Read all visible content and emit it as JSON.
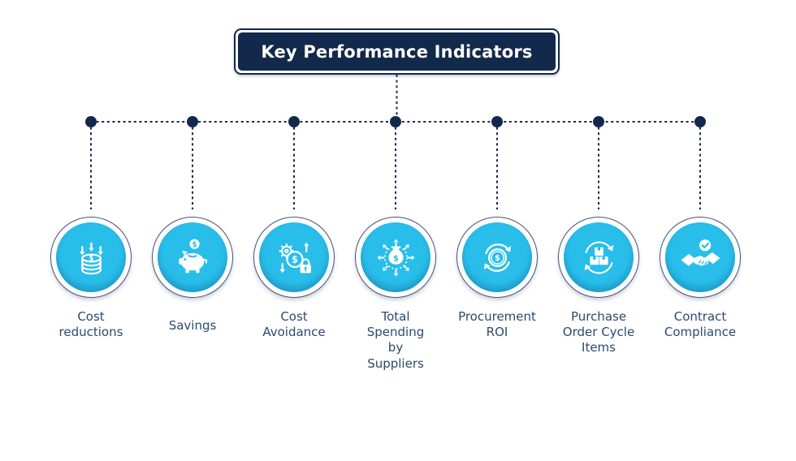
{
  "title": "Key Performance Indicators",
  "colors": {
    "navy": "#13294B",
    "cyan": "#29BEEA",
    "label_text": "#2B4A6F",
    "ring_border": "#44567E",
    "background": "#FFFFFF",
    "icon_stroke": "#FFFFFF"
  },
  "kpis": [
    {
      "label": "Cost reductions",
      "icon": "coin-stack-down-arrows-icon"
    },
    {
      "label": "Savings",
      "icon": "piggy-bank-coin-icon"
    },
    {
      "label": "Cost Avoidance",
      "icon": "gear-dollar-padlock-icon"
    },
    {
      "label": "Total Spending by Suppliers",
      "icon": "money-bag-radiating-arrows-icon"
    },
    {
      "label": "Procurement ROI",
      "icon": "dollar-coin-cycle-arrows-icon"
    },
    {
      "label": "Purchase Order Cycle Items",
      "icon": "boxes-cycle-arrows-icon"
    },
    {
      "label": "Contract Compliance",
      "icon": "handshake-check-icon"
    }
  ]
}
